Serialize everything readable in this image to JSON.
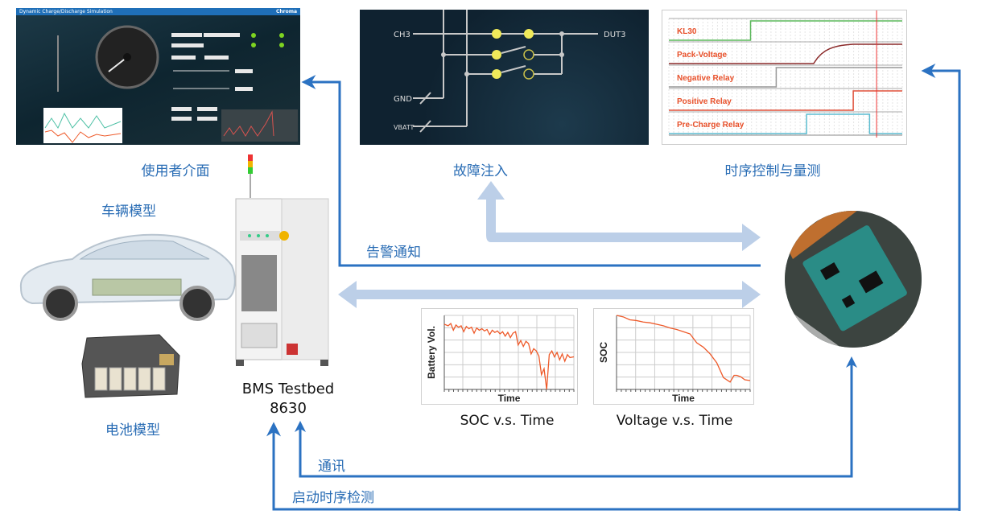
{
  "labels": {
    "user_interface": "使用者介面",
    "fault_injection": "故障注入",
    "timing_measurement": "时序控制与量测",
    "vehicle_model": "车辆模型",
    "battery_model": "电池模型",
    "alarm_notification": "告警通知",
    "communication": "通讯",
    "startup_timing_detection": "启动时序检测",
    "testbed_name": "BMS Testbed",
    "testbed_model": "8630"
  },
  "ui_panel": {
    "title": "Dynamic Charge/Discharge Simulation",
    "brand": "Chroma"
  },
  "fault_panel": {
    "ch": "CH3",
    "dut": "DUT3",
    "gnd": "GND",
    "vbatt": "VBATT"
  },
  "timing_panel": {
    "signals": [
      {
        "name": "KL30",
        "color": "#5cb85c",
        "steps": [
          [
            0,
            0
          ],
          [
            35,
            1
          ]
        ]
      },
      {
        "name": "Pack-Voltage",
        "color": "#8b2a2a",
        "ramp": [
          62,
          79
        ]
      },
      {
        "name": "Negative Relay",
        "color": "#999999",
        "steps": [
          [
            0,
            0
          ],
          [
            46,
            1
          ]
        ]
      },
      {
        "name": "Positive Relay",
        "color": "#e0503a",
        "steps": [
          [
            0,
            0
          ],
          [
            79,
            1
          ]
        ]
      },
      {
        "name": "Pre-Charge Relay",
        "color": "#5bbcd0",
        "steps": [
          [
            0,
            0
          ],
          [
            59,
            1
          ],
          [
            86,
            0
          ]
        ]
      }
    ],
    "cursor": 89,
    "label_color": "#e8502a"
  },
  "chart_data": [
    {
      "type": "line",
      "title": "SOC v.s. Time",
      "xlabel": "Time",
      "ylabel": "Battery Vol.",
      "grid": true,
      "ylim": [
        0,
        100
      ],
      "xlim": [
        0,
        100
      ],
      "x": [
        0,
        3,
        5,
        7,
        9,
        11,
        13,
        15,
        17,
        19,
        21,
        23,
        25,
        27,
        29,
        31,
        33,
        35,
        37,
        39,
        41,
        43,
        45,
        47,
        49,
        51,
        53,
        55,
        57,
        59,
        61,
        63,
        65,
        67,
        69,
        71,
        73,
        75,
        77,
        79,
        81,
        83,
        85,
        87,
        89,
        91,
        93,
        95,
        97,
        100
      ],
      "y": [
        88,
        86,
        89,
        80,
        87,
        84,
        86,
        78,
        85,
        82,
        84,
        76,
        83,
        80,
        82,
        79,
        81,
        74,
        80,
        77,
        79,
        75,
        78,
        72,
        77,
        70,
        76,
        78,
        60,
        66,
        58,
        65,
        62,
        48,
        55,
        52,
        45,
        20,
        28,
        0,
        47,
        52,
        44,
        50,
        40,
        48,
        38,
        47,
        43,
        44
      ]
    },
    {
      "type": "line",
      "title": "Voltage v.s. Time",
      "xlabel": "Time",
      "ylabel": "SOC",
      "grid": true,
      "ylim": [
        0,
        100
      ],
      "xlim": [
        0,
        100
      ],
      "x": [
        0,
        5,
        10,
        15,
        20,
        25,
        30,
        35,
        40,
        45,
        50,
        55,
        60,
        65,
        70,
        75,
        80,
        85,
        88,
        90,
        93,
        96,
        100
      ],
      "y": [
        100,
        98,
        94,
        93,
        91,
        90,
        88,
        86,
        83,
        81,
        78,
        75,
        63,
        57,
        48,
        36,
        16,
        10,
        19,
        19,
        17,
        13,
        12
      ]
    }
  ],
  "colors": {
    "label_blue": "#2a6db5",
    "arrow_blue": "#2b72c2",
    "arrow_light": "#bccfe8",
    "chart_line": "#ee5a2a"
  }
}
